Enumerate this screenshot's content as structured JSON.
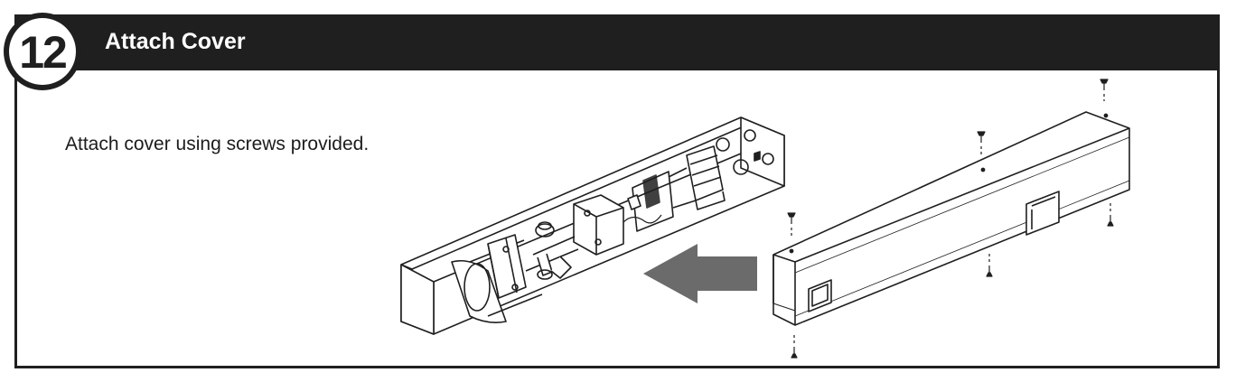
{
  "step": {
    "number": "12",
    "title": "Attach Cover"
  },
  "instruction": "Attach cover using screws provided.",
  "illustration": {
    "arrow_color": "#6b6b6b",
    "line_color": "#1f1f1f"
  }
}
